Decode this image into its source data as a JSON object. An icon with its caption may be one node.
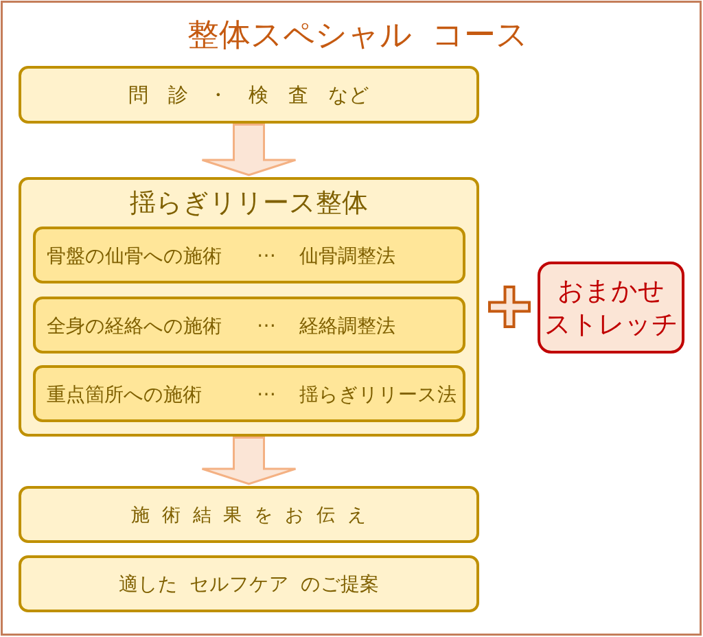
{
  "diagram": {
    "title": "整体スペシャル コース",
    "nodes": [
      {
        "text": [
          "問 診 ・ 検 査 など"
        ]
      },
      {
        "text": [
          "揺らぎリリース整体"
        ]
      },
      {
        "text": [
          "骨盤の仙骨への施術",
          "…",
          "仙骨調整法"
        ],
        "in": 1
      },
      {
        "text": [
          "全身の経絡への施術",
          "…",
          "経絡調整法"
        ],
        "in": 1
      },
      {
        "text": [
          "重点箇所への施術",
          "…",
          "揺らぎリリース法"
        ],
        "in": 1
      },
      {
        "text": [
          "おまかせストレッチ"
        ]
      },
      {
        "text": [
          "施 術 結 果 を お 伝 え"
        ]
      },
      {
        "text": [
          "適した セルフケア のご提案"
        ]
      }
    ],
    "edges": [
      {
        "from": 0,
        "to": 1,
        "arrow": "to"
      },
      {
        "from": 1,
        "to": 6,
        "arrow": "to"
      }
    ]
  }
}
